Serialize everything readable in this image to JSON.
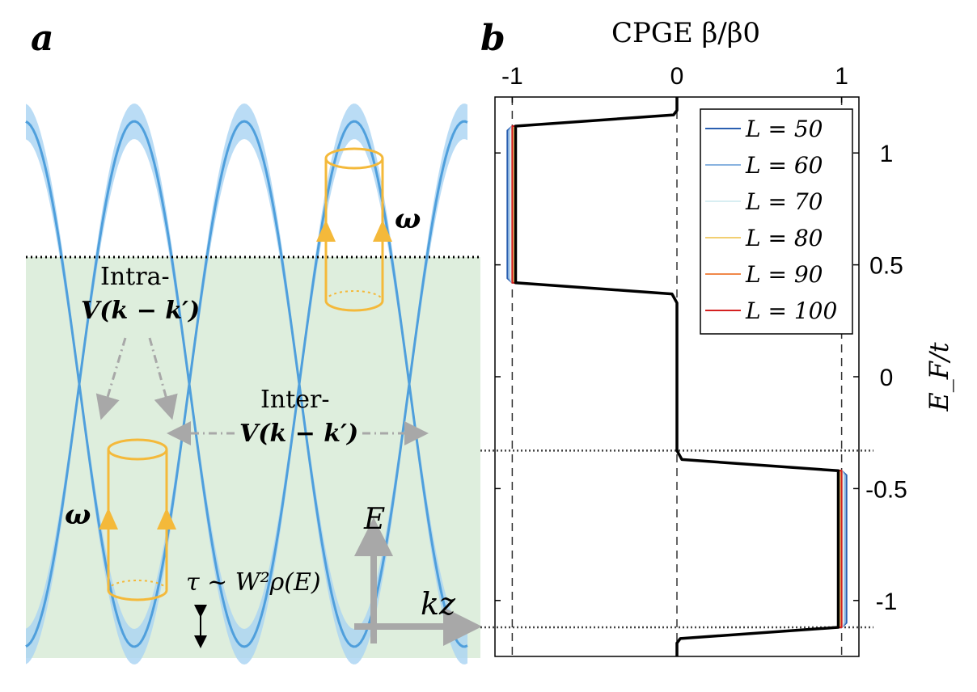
{
  "panel_a": {
    "label": "a",
    "intra_label": "Intra-",
    "intra_formula": "V(k − k′)",
    "inter_label": "Inter-",
    "inter_formula": "V(k − k′)",
    "omega_top": "ω",
    "omega_bottom": "ω",
    "tau_label": "τ ~ W²ρ(E)",
    "axis_E": "E",
    "axis_kz": "kz",
    "colors": {
      "band": "#4f9fdc",
      "band_shade": "#a9d3f2",
      "filled_region": "#deeedd",
      "cylinder": "#f4b93a",
      "arrow_gray": "#a8a8a8"
    }
  },
  "panel_b": {
    "label": "b",
    "chart_data": {
      "type": "line",
      "title": "CPGE β/β0",
      "xlabel": "CPGE β/β0",
      "ylabel": "E_F/t",
      "xlim": [
        -1.0,
        1.0
      ],
      "ylim": [
        -1.25,
        1.25
      ],
      "xticks": [
        -1,
        0,
        1
      ],
      "xtick_labels": [
        "-1",
        "0",
        "1"
      ],
      "yticks": [
        1,
        0.5,
        0,
        -0.5,
        -1
      ],
      "ytick_labels": [
        "1",
        "0.5",
        "0",
        "-0.5",
        "-1"
      ],
      "x_axis_position": "top",
      "y_axis_position": "right",
      "legend_position": "top-right",
      "reference_lines_x": [
        -1,
        0,
        1
      ],
      "reference_lines_y": [
        -0.33,
        -1.12
      ],
      "series": [
        {
          "name": "L = 50",
          "color": "#2a5fb0",
          "x": [
            0,
            0,
            -0.02,
            -1.0,
            -1.03,
            -1.03,
            -1.0,
            -0.03,
            0,
            0,
            0.03,
            1.0,
            1.03,
            1.03,
            1.0,
            0.02,
            0,
            0
          ],
          "y": [
            1.25,
            1.19,
            1.17,
            1.12,
            1.1,
            0.44,
            0.42,
            0.37,
            0.33,
            -0.33,
            -0.37,
            -0.42,
            -0.44,
            -1.1,
            -1.12,
            -1.17,
            -1.19,
            -1.25
          ]
        },
        {
          "name": "L = 60",
          "color": "#89b3e0",
          "x": [
            0,
            0,
            -0.02,
            -1.0,
            -1.02,
            -1.02,
            -1.0,
            -0.03,
            0,
            0,
            0.03,
            1.0,
            1.02,
            1.02,
            1.0,
            0.02,
            0,
            0
          ],
          "y": [
            1.25,
            1.19,
            1.17,
            1.12,
            1.1,
            0.44,
            0.42,
            0.37,
            0.33,
            -0.33,
            -0.37,
            -0.42,
            -0.44,
            -1.1,
            -1.12,
            -1.17,
            -1.19,
            -1.25
          ]
        },
        {
          "name": "L = 70",
          "color": "#d8eef2",
          "x": [
            0,
            0,
            -0.02,
            -1.0,
            -1.01,
            -1.01,
            -1.0,
            -0.03,
            0,
            0,
            0.03,
            1.0,
            1.01,
            1.01,
            1.0,
            0.02,
            0,
            0
          ],
          "y": [
            1.25,
            1.19,
            1.17,
            1.12,
            1.1,
            0.44,
            0.42,
            0.37,
            0.33,
            -0.33,
            -0.37,
            -0.42,
            -0.44,
            -1.1,
            -1.12,
            -1.17,
            -1.19,
            -1.25
          ]
        },
        {
          "name": "L = 80",
          "color": "#f2cf72",
          "x": [
            0,
            0,
            -0.02,
            -0.99,
            -0.99,
            -0.99,
            -0.99,
            -0.03,
            0,
            0,
            0.03,
            0.99,
            0.99,
            0.99,
            0.99,
            0.02,
            0,
            0
          ],
          "y": [
            1.25,
            1.19,
            1.17,
            1.12,
            1.1,
            0.44,
            0.42,
            0.37,
            0.33,
            -0.33,
            -0.37,
            -0.42,
            -0.44,
            -1.1,
            -1.12,
            -1.17,
            -1.19,
            -1.25
          ]
        },
        {
          "name": "L = 90",
          "color": "#f0894a",
          "x": [
            0,
            0,
            -0.02,
            -1.0,
            -1.0,
            -1.0,
            -1.0,
            -0.03,
            0,
            0,
            0.03,
            1.0,
            1.0,
            1.0,
            1.0,
            0.02,
            0,
            0
          ],
          "y": [
            1.25,
            1.19,
            1.17,
            1.12,
            1.1,
            0.44,
            0.42,
            0.37,
            0.33,
            -0.33,
            -0.37,
            -0.42,
            -0.44,
            -1.1,
            -1.12,
            -1.17,
            -1.19,
            -1.25
          ]
        },
        {
          "name": "L = 100",
          "color": "#d42020",
          "x": [
            0,
            0,
            -0.02,
            -1.0,
            -1.0,
            -1.0,
            -1.0,
            -0.03,
            0,
            0,
            0.03,
            1.0,
            1.0,
            1.0,
            1.0,
            0.02,
            0,
            0
          ],
          "y": [
            1.25,
            1.19,
            1.17,
            1.12,
            1.1,
            0.44,
            0.42,
            0.37,
            0.33,
            -0.33,
            -0.37,
            -0.42,
            -0.44,
            -1.1,
            -1.12,
            -1.17,
            -1.19,
            -1.25
          ]
        },
        {
          "name": "",
          "color": "#000000",
          "x": [
            0,
            0,
            -0.02,
            -0.98,
            -0.98,
            -0.98,
            -0.98,
            -0.03,
            0,
            0,
            0.03,
            0.98,
            0.98,
            0.98,
            0.98,
            0.02,
            0,
            0
          ],
          "y": [
            1.25,
            1.19,
            1.17,
            1.12,
            1.1,
            0.44,
            0.42,
            0.37,
            0.33,
            -0.33,
            -0.37,
            -0.42,
            -0.44,
            -1.1,
            -1.12,
            -1.17,
            -1.19,
            -1.25
          ]
        }
      ]
    }
  }
}
